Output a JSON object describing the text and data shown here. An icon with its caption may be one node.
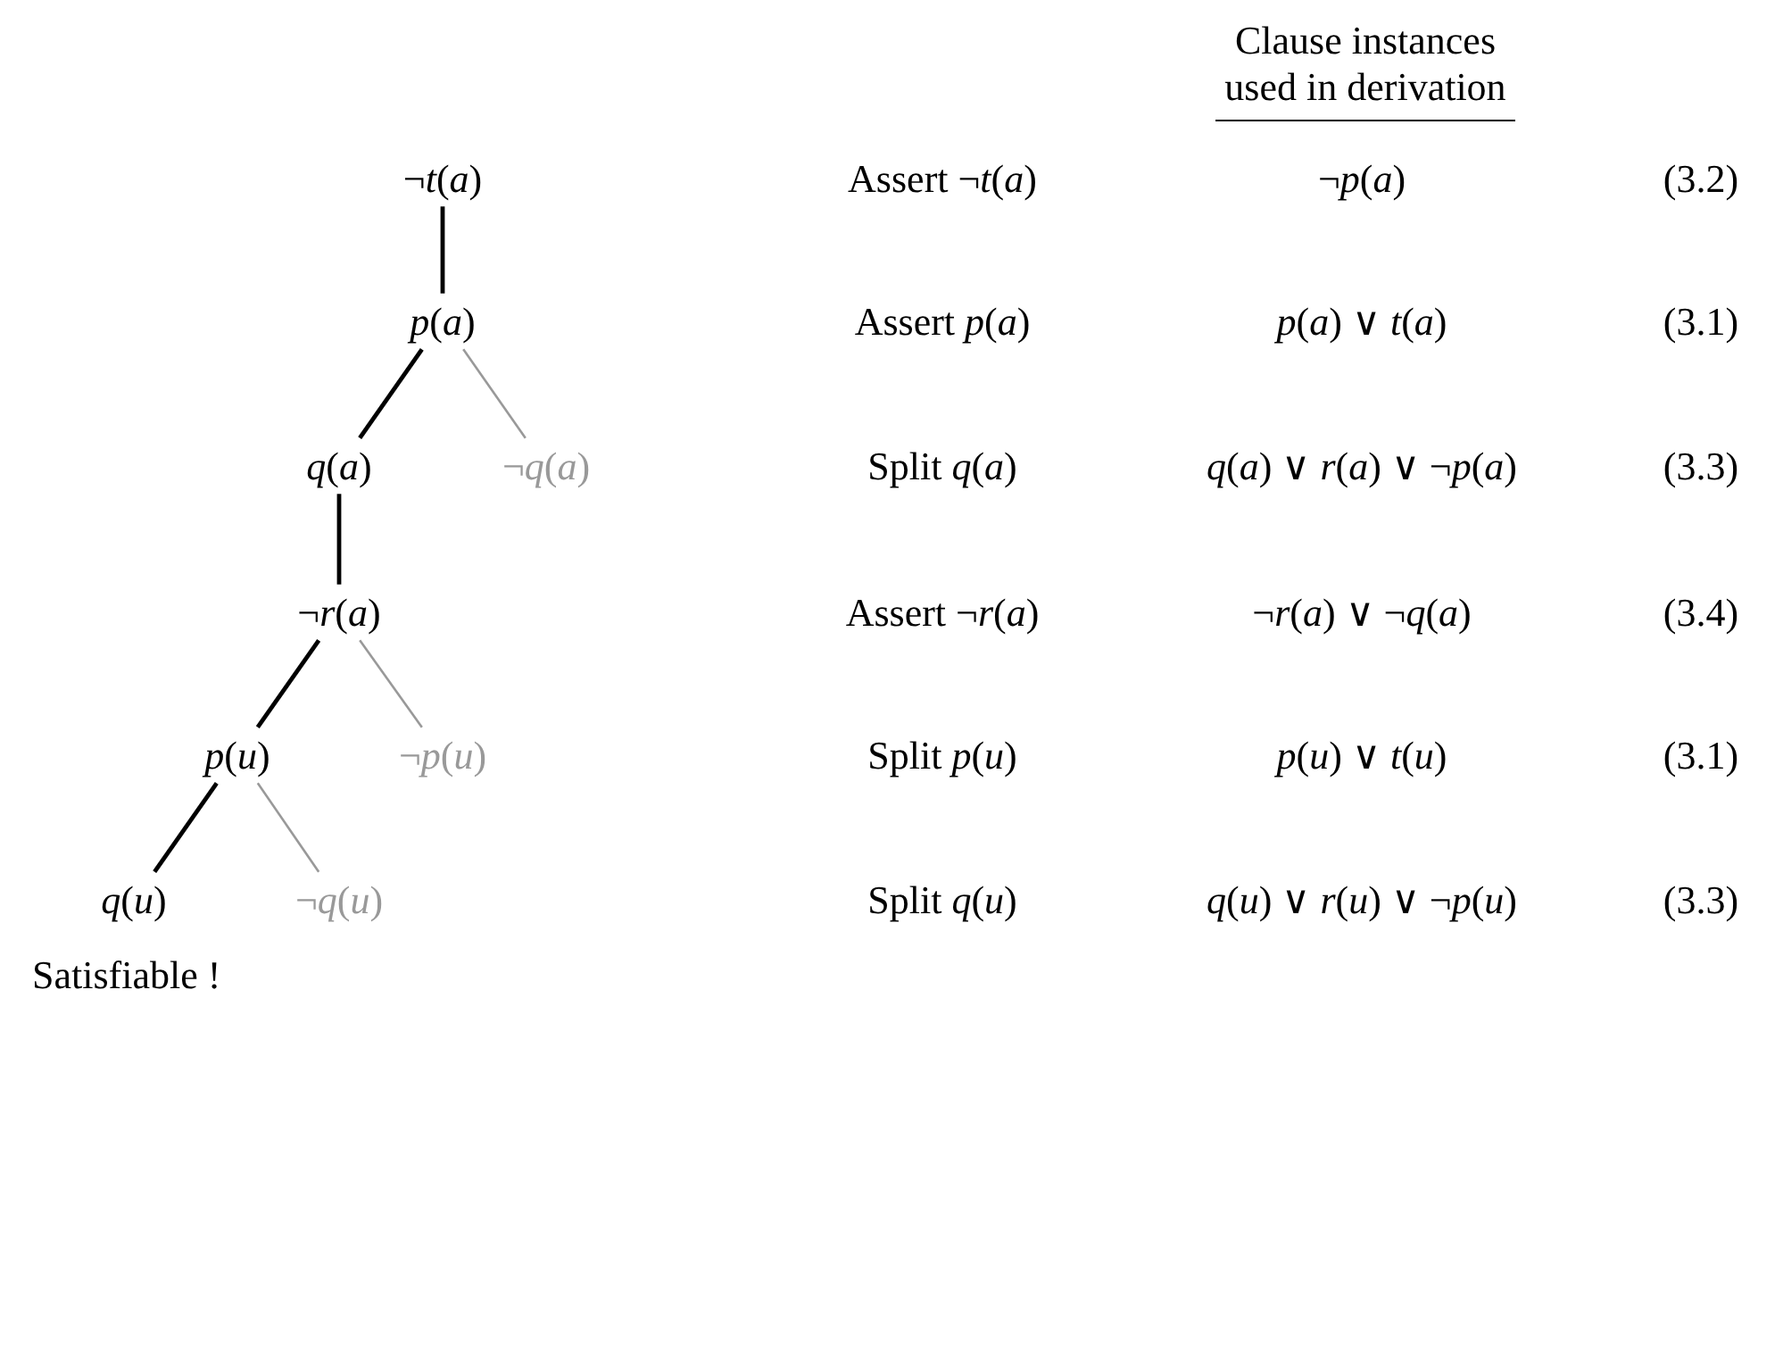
{
  "diagram": {
    "nodes": [
      {
        "text": [
          "¬*t*(*a*)"
        ]
      },
      {
        "text": [
          "*p*(*a*)"
        ]
      },
      {
        "text": [
          "*q*(*a*)"
        ]
      },
      {
        "text": [
          "¬*q*(*a*)"
        ]
      },
      {
        "text": [
          "¬*r*(*a*)"
        ]
      },
      {
        "text": [
          "*p*(*u*)"
        ]
      },
      {
        "text": [
          "¬*p*(*u*)"
        ]
      },
      {
        "text": [
          "*q*(*u*)"
        ]
      },
      {
        "text": [
          "¬*q*(*u*)"
        ]
      }
    ],
    "edges": [
      {
        "from": 0,
        "to": 1,
        "arrow": "none"
      },
      {
        "from": 1,
        "to": 2,
        "arrow": "none"
      },
      {
        "from": 1,
        "to": 3,
        "arrow": "none",
        "color": "#999999"
      },
      {
        "from": 2,
        "to": 4,
        "arrow": "none"
      },
      {
        "from": 4,
        "to": 5,
        "arrow": "none"
      },
      {
        "from": 4,
        "to": 6,
        "arrow": "none",
        "color": "#999999"
      },
      {
        "from": 5,
        "to": 7,
        "arrow": "none"
      },
      {
        "from": 5,
        "to": 8,
        "arrow": "none",
        "color": "#999999"
      }
    ],
    "labels": [
      "Clause instances used in derivation",
      "Assert ¬*t*(*a*)",
      "¬*p*(*a*)",
      "(3.2)",
      "Assert *p*(*a*)",
      "*p*(*a*) ∨ *t*(*a*)",
      "(3.1)",
      "Split *q*(*a*)",
      "*q*(*a*) ∨ *r*(*a*) ∨ ¬*p*(*a*)",
      "(3.3)",
      "Assert ¬*r*(*a*)",
      "¬*r*(*a*) ∨ ¬*q*(*a*)",
      "(3.4)",
      "Split *p*(*u*)",
      "*p*(*u*) ∨ *t*(*u*)",
      "(3.1)",
      "Split *q*(*u*)",
      "*q*(*u*) ∨ *r*(*u*) ∨ ¬*p*(*u*)",
      "(3.3)",
      "Satisfiable !"
    ]
  }
}
